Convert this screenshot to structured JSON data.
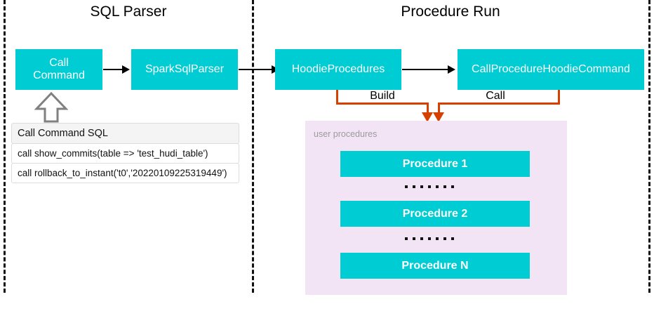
{
  "sections": [
    {
      "title": "SQL Parser"
    },
    {
      "title": "Procedure Run"
    }
  ],
  "nodes": {
    "call_command": "Call\nCommand",
    "spark_sql_parser": "SparkSqlParser",
    "hoodie_procedures": "HoodieProcedures",
    "call_procedure_hoodie_command": "CallProcedureHoodieCommand"
  },
  "sql_table": {
    "header": "Call Command SQL",
    "rows": [
      "call show_commits(table => 'test_hudi_table')",
      "call rollback_to_instant('t0','20220109225319449')"
    ]
  },
  "connectors": {
    "build_label": "Build",
    "call_label": "Call"
  },
  "procedures_panel": {
    "caption": "user procedures",
    "items": [
      {
        "label": "Procedure 1"
      },
      {
        "label": "Procedure 2"
      },
      {
        "label": "Procedure N"
      }
    ]
  },
  "colors": {
    "node_teal": "#00ccd3",
    "panel_lavender": "#f2e4f4",
    "connector_orange": "#d64000",
    "divider_black": "#111111",
    "caption_gray": "#9b9b9b"
  }
}
